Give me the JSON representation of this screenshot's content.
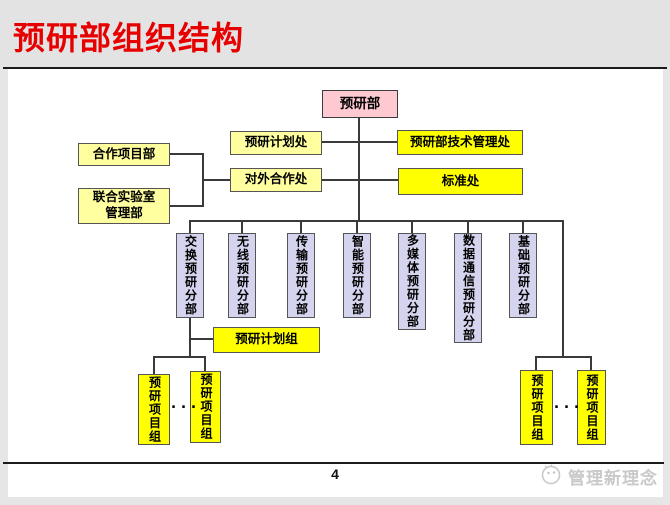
{
  "title": "预研部组织结构",
  "org": {
    "root": "预研部",
    "planning_office": "预研计划处",
    "tech_mgmt_office": "预研部技术管理处",
    "external_coop_office": "对外合作处",
    "standards_office": "标准处",
    "coop_project_dept": "合作项目部",
    "joint_lab_dept": "联合实验室\n管理部",
    "divisions": [
      "交换预研分部",
      "无线预研分部",
      "传输预研分部",
      "智能预研分部",
      "多媒体预研分部",
      "数据通信预研分部",
      "基础预研分部"
    ],
    "planning_group": "预研计划组",
    "project_group": "预研项目组",
    "ellipsis": "···"
  },
  "footer": {
    "page_number": "4",
    "watermark": "管理新理念"
  },
  "colors": {
    "title": "#e60000",
    "root_box": "#ffc9d2",
    "pale_yellow": "#ffffa0",
    "bright_yellow": "#ffff00",
    "lavender": "#d4d4ee",
    "line": "#3a3a3a",
    "watermark": "#c9c9c9"
  }
}
